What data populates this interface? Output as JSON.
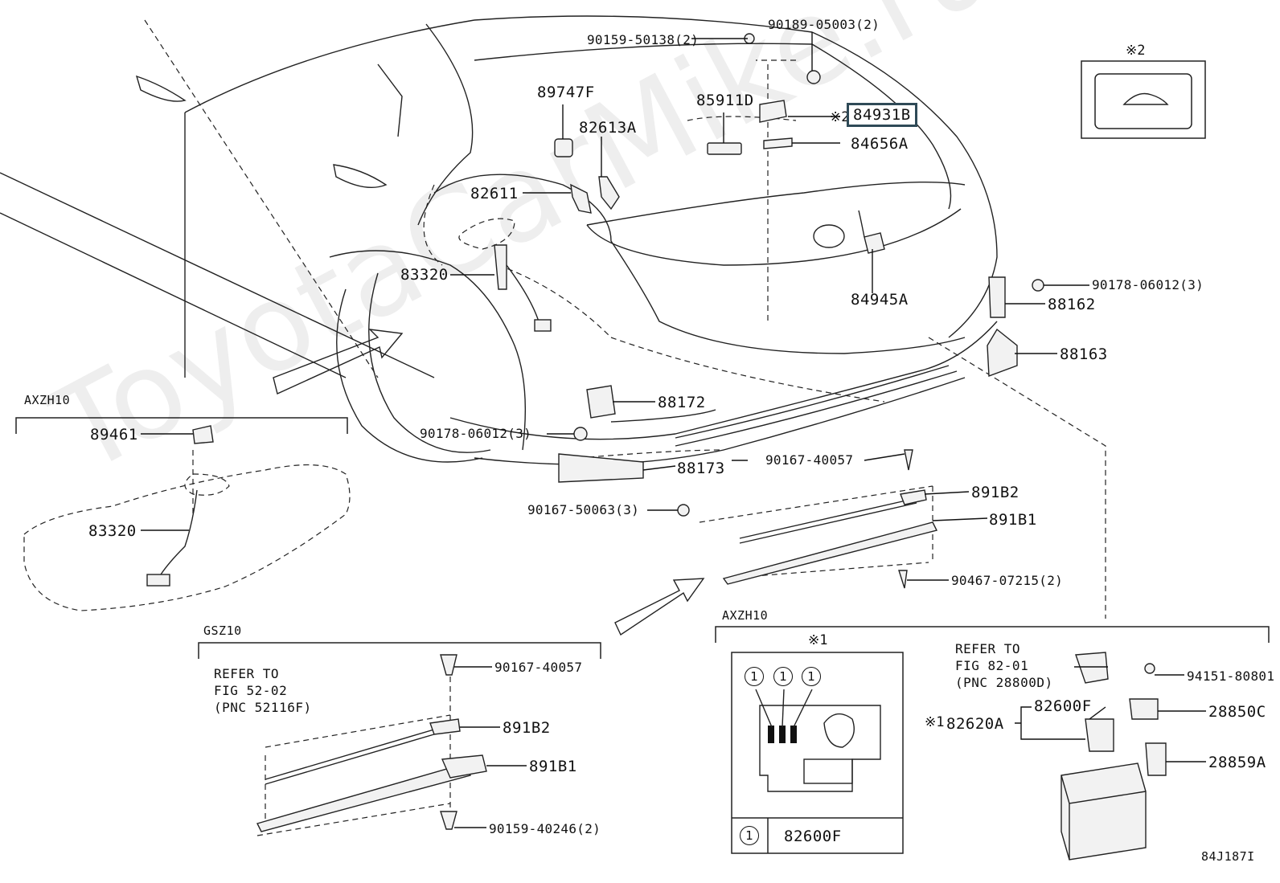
{
  "watermark": "ToyotaCarMike.ru",
  "figure_code": "84J187I",
  "sections": {
    "axzh10_left": "AXZH10",
    "gsz10": "GSZ10",
    "axzh10_right": "AXZH10",
    "inset1_title": "※1",
    "inset2_title": "※2"
  },
  "refs": {
    "fig52": "REFER TO\nFIG 52-02\n(PNC 52116F)",
    "fig82": "REFER TO\nFIG 82-01\n(PNC 28800D)"
  },
  "markers": {
    "star_84931": "※2",
    "star_82620": "※1",
    "circle_one": "1"
  },
  "inset1": {
    "legend_part": "82600F"
  },
  "parts": {
    "p90159_50138": "90159-50138(2)",
    "p90189_05003": "90189-05003(2)",
    "p89747F": "89747F",
    "p82613A": "82613A",
    "p85911D": "85911D",
    "p84931B": "84931B",
    "p84656A": "84656A",
    "p82611": "82611",
    "p83320_top": "83320",
    "p84945A": "84945A",
    "p90178_06012_r": "90178-06012(3)",
    "p88162": "88162",
    "p88163": "88163",
    "p88172": "88172",
    "p90178_06012_l": "90178-06012(3)",
    "p88173": "88173",
    "p90167_40057_top": "90167-40057",
    "p891B2_top": "891B2",
    "p90167_50063": "90167-50063(3)",
    "p891B1_top": "891B1",
    "p90467_07215": "90467-07215(2)",
    "p89461": "89461",
    "p83320_left": "83320",
    "p90167_40057_bot": "90167-40057",
    "p891B2_bot": "891B2",
    "p891B1_bot": "891B1",
    "p90159_40246": "90159-40246(2)",
    "p94151_80801": "94151-80801",
    "p82600F": "82600F",
    "p28850C": "28850C",
    "p82620A": "82620A",
    "p28859A": "28859A"
  }
}
